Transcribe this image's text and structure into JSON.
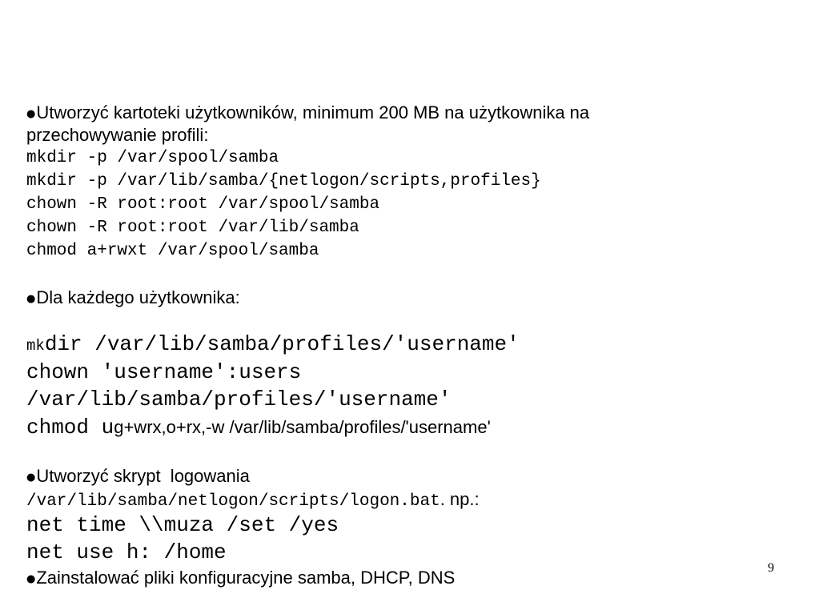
{
  "slide": {
    "bullet_glyph": "●",
    "sections": {
      "dirs": {
        "heading_line1": "Utworzyć kartoteki użytkowników, minimum 200 MB na użytkownika na",
        "heading_line2": "przechowywanie profili:",
        "commands": [
          "mkdir -p /var/spool/samba",
          "mkdir -p /var/lib/samba/{netlogon/scripts,profiles}",
          "chown -R root:root /var/spool/samba",
          "chown -R root:root /var/lib/samba",
          "chmod a+rwxt /var/spool/samba"
        ]
      },
      "per_user": {
        "heading": "Dla każdego użytkownika:",
        "cmd1_small": "mk",
        "cmd1_rest": "dir /var/lib/samba/profiles/'username'",
        "cmd2": "chown 'username':users",
        "cmd3": "/var/lib/samba/profiles/'username'",
        "cmd4_mono": "chmod u",
        "cmd4_sans": "g+wrx,o+rx,-w /var/lib/samba/profiles/'username'"
      },
      "logon": {
        "heading": "Utworzyć skrypt  logowania",
        "path_mono": "/var/lib/samba/netlogon/scripts/logon.bat",
        "path_suffix": ". np.:",
        "cmd1": "net time \\\\muza /set /yes",
        "cmd2": "net use h: /home"
      },
      "install": {
        "heading": "Zainstalować pliki konfiguracyjne samba, DHCP, DNS"
      }
    },
    "page_number": "9"
  }
}
